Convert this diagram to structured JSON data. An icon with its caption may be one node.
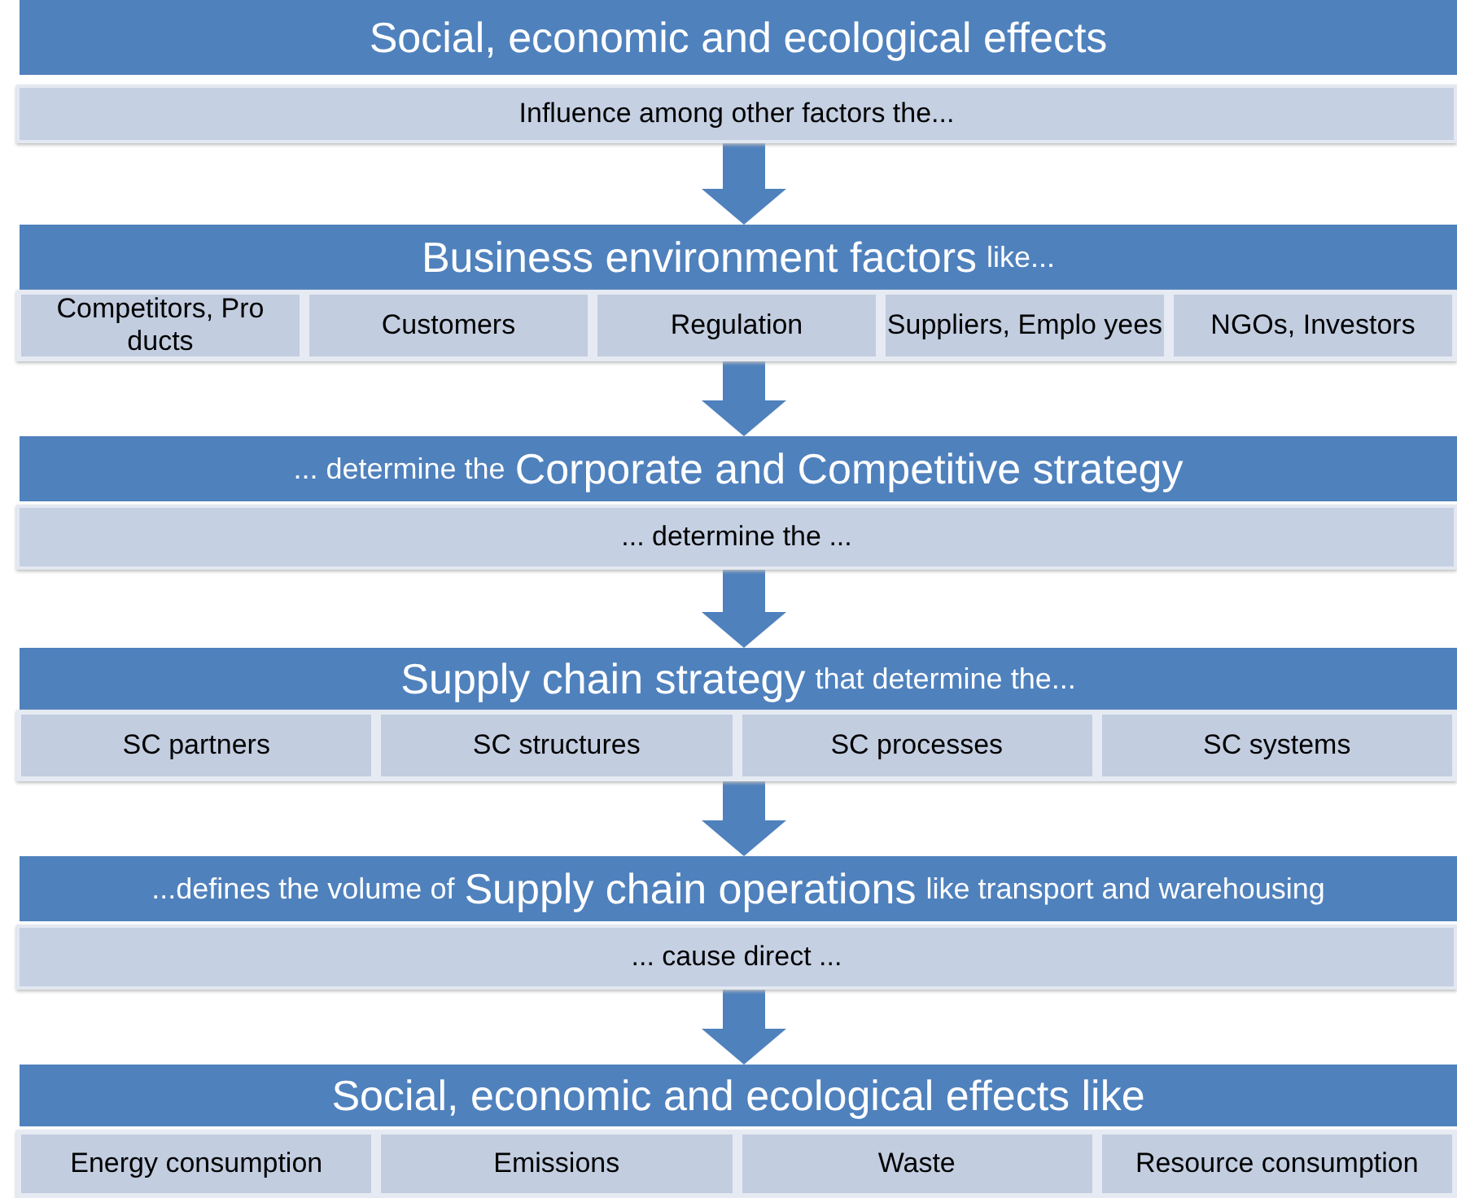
{
  "diagram": {
    "nodes": [
      {
        "text": [
          "Social, economic and ecological effects"
        ]
      },
      {
        "text": [
          "Influence among other factors the..."
        ]
      },
      {
        "text": [
          "Business environment factors",
          "like..."
        ]
      },
      {
        "text": [],
        "shape": "box"
      },
      {
        "text": [
          "Competitors, Pro ducts"
        ],
        "in": 3
      },
      {
        "text": [
          "Customers"
        ],
        "in": 3
      },
      {
        "text": [
          "Regulation"
        ],
        "in": 3
      },
      {
        "text": [
          "Suppliers, Emplo yees"
        ],
        "in": 3
      },
      {
        "text": [
          "NGOs, Investors"
        ],
        "in": 3
      },
      {
        "text": [
          "... determine the",
          "Corporate and Competitive strategy"
        ]
      },
      {
        "text": [
          "... determine the ..."
        ]
      },
      {
        "text": [
          "Supply chain strategy",
          "that determine the..."
        ]
      },
      {
        "text": [],
        "shape": "box"
      },
      {
        "text": [
          "SC partners"
        ],
        "in": 12
      },
      {
        "text": [
          "SC structures"
        ],
        "in": 12
      },
      {
        "text": [
          "SC processes"
        ],
        "in": 12
      },
      {
        "text": [
          "SC systems"
        ],
        "in": 12
      },
      {
        "text": [
          "...defines the volume of",
          "Supply chain operations",
          "like transport and warehousing"
        ]
      },
      {
        "text": [
          "... cause direct ..."
        ]
      },
      {
        "text": [
          "Social, economic and ecological effects like"
        ]
      },
      {
        "text": [],
        "shape": "box"
      },
      {
        "text": [
          "Energy consumption"
        ],
        "in": 20
      },
      {
        "text": [
          "Emissions"
        ],
        "in": 20
      },
      {
        "text": [
          "Waste"
        ],
        "in": 20
      },
      {
        "text": [
          "Resource consumption"
        ],
        "in": 20
      }
    ],
    "edges": [
      {
        "from": 1,
        "to": 2,
        "arrow": "to"
      },
      {
        "from": 3,
        "to": 9,
        "arrow": "to"
      },
      {
        "from": 10,
        "to": 11,
        "arrow": "to"
      },
      {
        "from": 12,
        "to": 17,
        "arrow": "to"
      },
      {
        "from": 18,
        "to": 19,
        "arrow": "to"
      }
    ]
  }
}
